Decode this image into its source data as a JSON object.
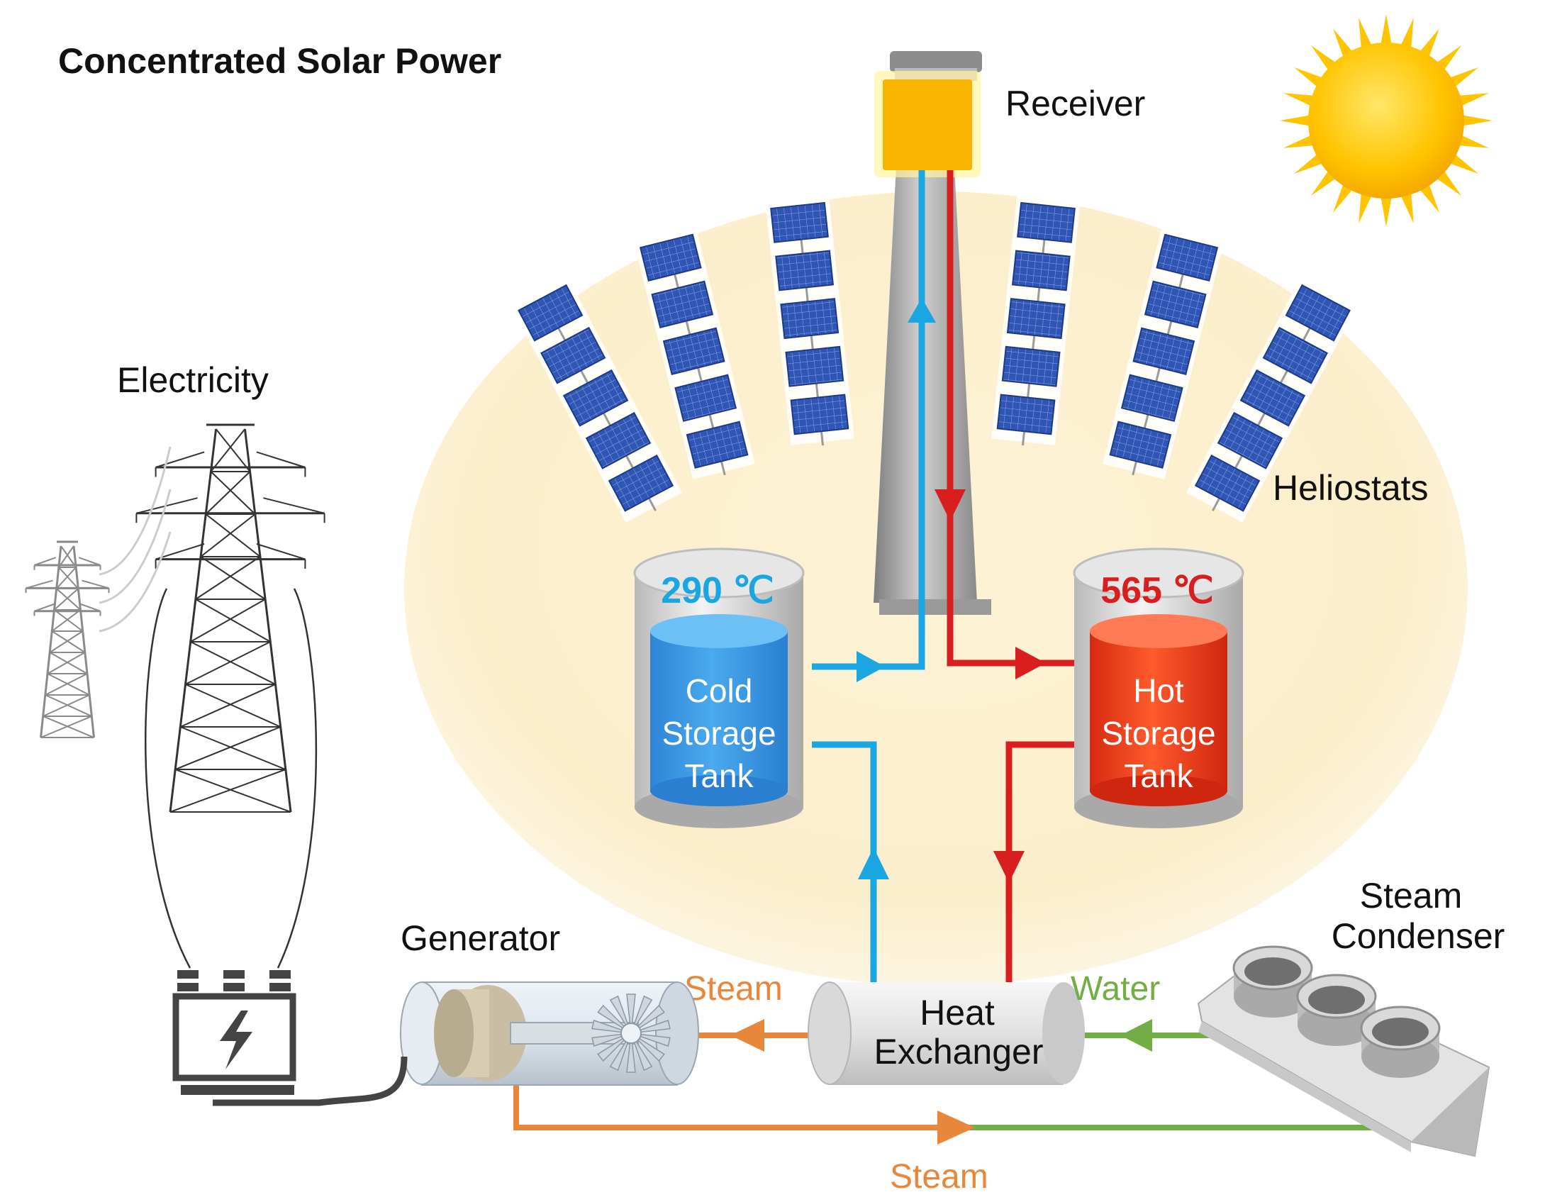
{
  "title": "Concentrated Solar Power",
  "labels": {
    "receiver": "Receiver",
    "heliostats": "Heliostats",
    "electricity": "Electricity",
    "generator": "Generator",
    "steam_condenser_line1": "Steam",
    "steam_condenser_line2": "Condenser",
    "steam_top": "Steam",
    "water": "Water",
    "steam_bottom": "Steam"
  },
  "cold_tank": {
    "temperature": "290 ℃",
    "line1": "Cold",
    "line2": "Storage",
    "line3": "Tank"
  },
  "hot_tank": {
    "temperature": "565 ℃",
    "line1": "Hot",
    "line2": "Storage",
    "line3": "Tank"
  },
  "heat_exchanger": {
    "line1": "Heat",
    "line2": "Exchanger"
  },
  "colors": {
    "cold": "#1aa6e0",
    "hot": "#d81e1e",
    "steam": "#e8873c",
    "water": "#72ad45",
    "glow": "#fbefcf",
    "panel": "#2f56b4",
    "sun": "#ffc400",
    "receiver": "#f8b400"
  },
  "icons": [
    "sun-icon",
    "lightning-icon",
    "transmission-tower-icon",
    "turbine-icon"
  ]
}
